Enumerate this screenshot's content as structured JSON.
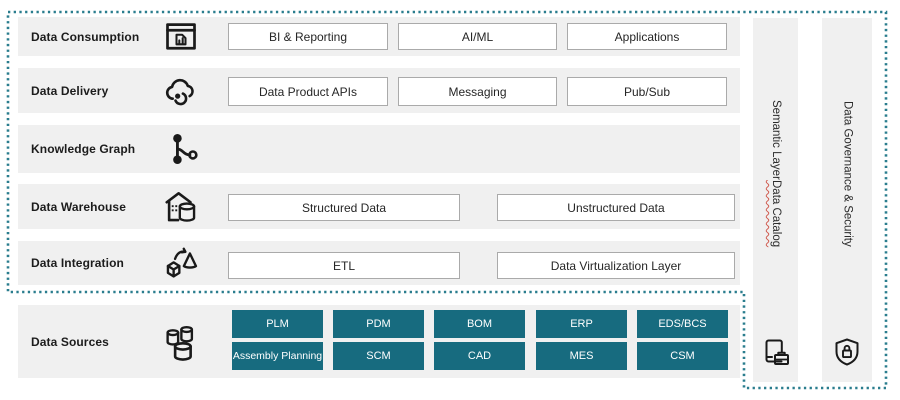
{
  "diagram": {
    "rows": [
      {
        "label": "Data Consumption",
        "icon": "window-report-icon",
        "boxes": [
          "BI & Reporting",
          "AI/ML",
          "Applications"
        ]
      },
      {
        "label": "Data Delivery",
        "icon": "cloud-sync-icon",
        "boxes": [
          "Data Product APIs",
          "Messaging",
          "Pub/Sub"
        ]
      },
      {
        "label": "Knowledge Graph",
        "icon": "graph-nodes-icon",
        "boxes": []
      },
      {
        "label": "Data Warehouse",
        "icon": "warehouse-database-icon",
        "boxes": [
          "Structured Data",
          "Unstructured Data"
        ]
      },
      {
        "label": "Data Integration",
        "icon": "transform-cube-icon",
        "boxes": [
          "ETL",
          "Data Virtualization Layer"
        ]
      },
      {
        "label": "Data Sources",
        "icon": "databases-icon",
        "boxes": [
          "PLM",
          "PDM",
          "BOM",
          "ERP",
          "EDS/BCS",
          "Assembly Planning",
          "SCM",
          "CAD",
          "MES",
          "CSM"
        ]
      }
    ],
    "side_bars": [
      {
        "line1": "Semantic Layer",
        "line2": "Data Catalog",
        "icon": "catalog-device-icon"
      },
      {
        "line1": "Data Governance & Security",
        "icon": "shield-lock-icon"
      }
    ],
    "colors": {
      "teal_box": "#176B7F",
      "dotted_border": "#2A7D8E",
      "row_background": "#F0F0F0",
      "box_border": "#AAAAAA"
    }
  }
}
